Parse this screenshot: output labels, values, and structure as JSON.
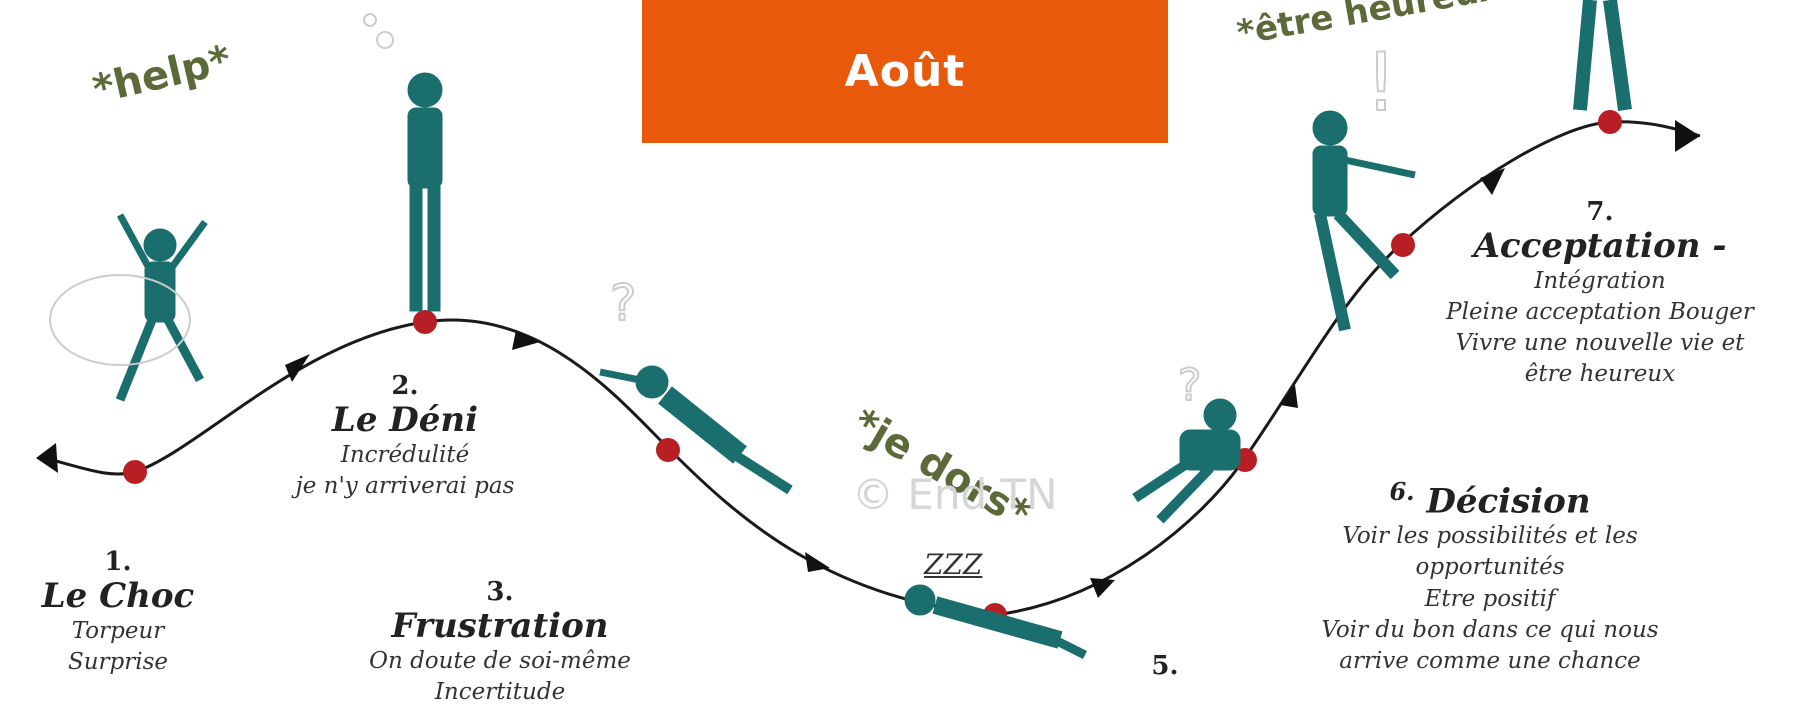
{
  "title": "Août",
  "notes": {
    "help": "*help*",
    "sleep": "*je dors*",
    "happy": "*être heureux !*"
  },
  "watermark": "© End TN",
  "zzz": "ZZZ",
  "steps": [
    {
      "num": "1.",
      "name": "Le Choc",
      "lines": [
        "Torpeur",
        "Surprise"
      ]
    },
    {
      "num": "2.",
      "name": "Le Déni",
      "lines": [
        "Incrédulité",
        "je n'y arriverai pas"
      ]
    },
    {
      "num": "3.",
      "name": "Frustration",
      "lines": [
        "On doute de soi-même",
        "Incertitude"
      ]
    },
    {
      "num": "5.",
      "name": "",
      "lines": []
    },
    {
      "num": "6.",
      "name": "Décision",
      "lines": [
        "Voir les possibilités et les",
        "opportunités",
        "Etre positif",
        "Voir du bon dans ce qui nous",
        "arrive comme une chance"
      ]
    },
    {
      "num": "7.",
      "name": "Acceptation -",
      "lines": [
        "Intégration",
        "Pleine acceptation Bouger",
        "Vivre une nouvelle vie et",
        "être heureux"
      ]
    }
  ],
  "colors": {
    "title_bg": "#e8590c",
    "note_text": "#5c6a3a",
    "figure": "#1b6e6e",
    "marker": "#b81f24"
  }
}
